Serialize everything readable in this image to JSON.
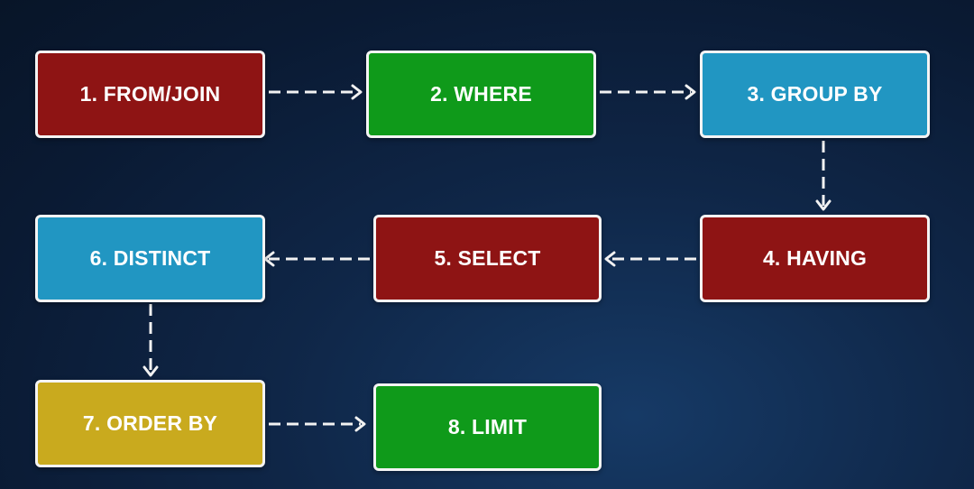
{
  "colors": {
    "red": "#8e1414",
    "green": "#0f9a1a",
    "blue": "#2196c2",
    "yellow": "#c9aa1e",
    "border": "#f4f4f4",
    "background": "#0f2647"
  },
  "steps": [
    {
      "label": "1. FROM/JOIN",
      "color": "red"
    },
    {
      "label": "2. WHERE",
      "color": "green"
    },
    {
      "label": "3. GROUP BY",
      "color": "blue"
    },
    {
      "label": "4. HAVING",
      "color": "red"
    },
    {
      "label": "5. SELECT",
      "color": "red"
    },
    {
      "label": "6. DISTINCT",
      "color": "blue"
    },
    {
      "label": "7. ORDER BY",
      "color": "yellow"
    },
    {
      "label": "8. LIMIT",
      "color": "green"
    }
  ]
}
